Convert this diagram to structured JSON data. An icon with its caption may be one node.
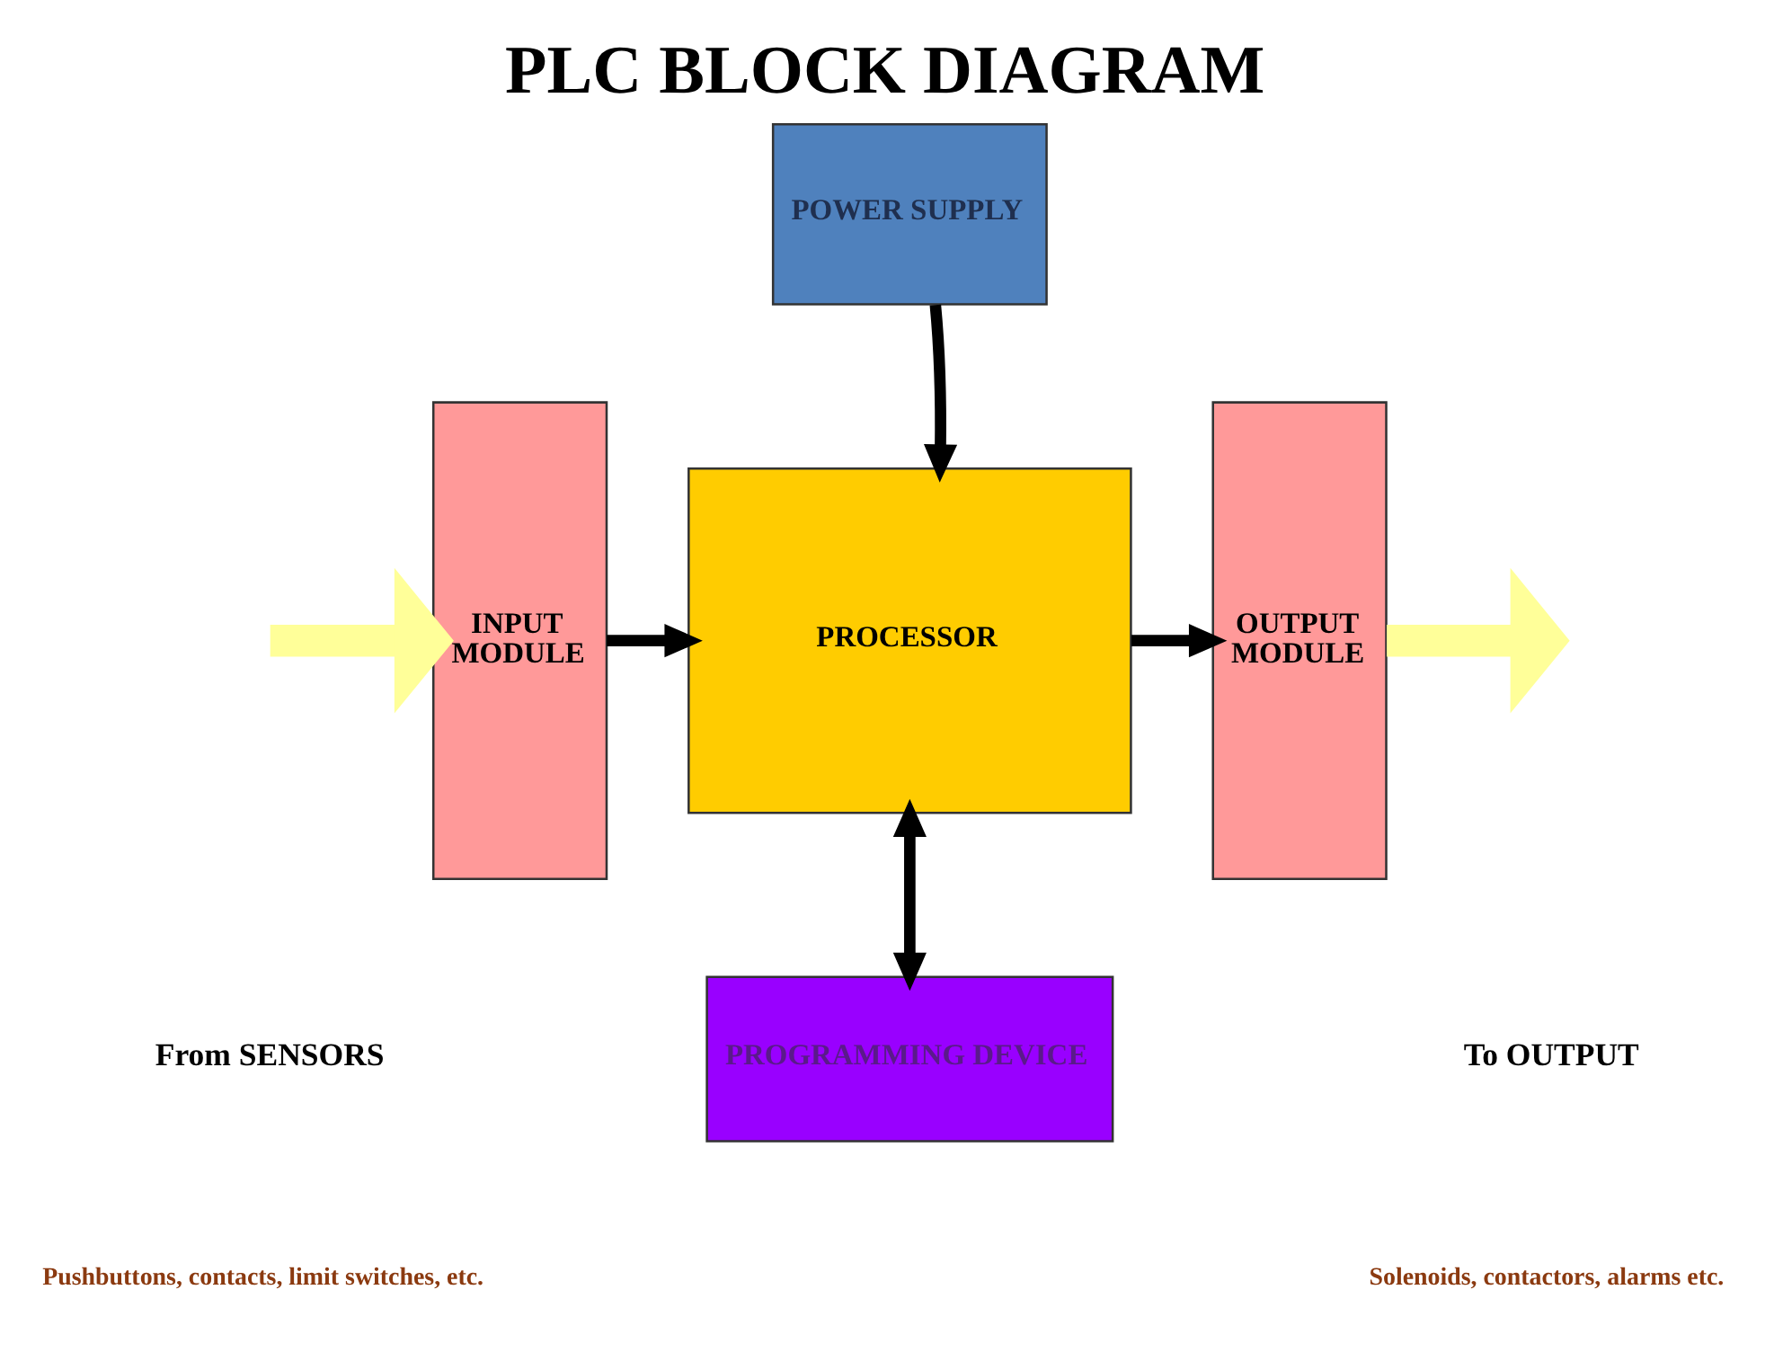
{
  "diagram": {
    "title": "PLC BLOCK DIAGRAM",
    "nodes": [
      {
        "text": [
          "POWER SUPPLY"
        ]
      },
      {
        "text": [
          "INPUT",
          "MODULE"
        ]
      },
      {
        "text": [
          "PROCESSOR"
        ]
      },
      {
        "text": [
          "OUTPUT",
          "MODULE"
        ]
      },
      {
        "text": [
          "PROGRAMMING DEVICE"
        ]
      }
    ],
    "edges": [
      {
        "from": null,
        "to": 1,
        "arrow": "to",
        "style": "thick",
        "color": "#ffff99"
      },
      {
        "from": 0,
        "to": 2,
        "arrow": "to"
      },
      {
        "from": 1,
        "to": 2,
        "arrow": "to"
      },
      {
        "from": 2,
        "to": 3,
        "arrow": "to"
      },
      {
        "from": 2,
        "to": 4,
        "arrow": "both"
      },
      {
        "from": 3,
        "to": null,
        "arrow": "to",
        "style": "thick",
        "color": "#ffff99"
      }
    ],
    "labels": [
      "From SENSORS",
      "Pushbuttons, contacts, limit switches, etc.",
      "To OUTPUT",
      "Solenoids, contactors, alarms etc."
    ]
  }
}
